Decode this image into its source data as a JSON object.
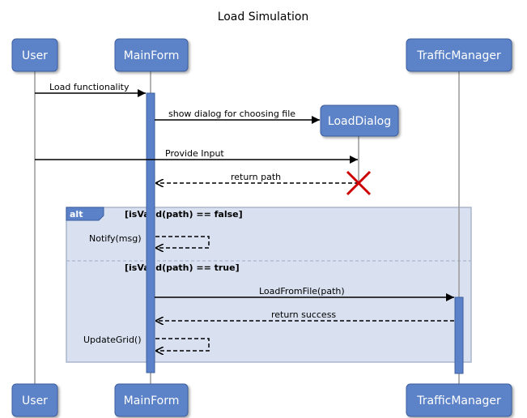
{
  "diagram": {
    "title": "Load Simulation",
    "participants": {
      "user": "User",
      "mainform": "MainForm",
      "loaddialog": "LoadDialog",
      "trafficmanager": "TrafficManager"
    },
    "messages": {
      "m1": "Load functionality",
      "m2": "show dialog for choosing file",
      "m3": "Provide Input",
      "m4": "return path",
      "m5": "Notify(msg)",
      "m6": "LoadFromFile(path)",
      "m7": "return success",
      "m8": "UpdateGrid()"
    },
    "fragment": {
      "operator": "alt",
      "guard1": "[isValid(path) == false]",
      "guard2": "[isValid(path) == true]"
    },
    "colors": {
      "participant_fill": "#5b82c8",
      "participant_stroke": "#3d5f9e",
      "activation": "#5b82c8",
      "lifeline": "#999999",
      "fragment_fill": "#d9e1f0",
      "fragment_stroke": "#aab6cc",
      "destroy": "#cc0000"
    }
  }
}
